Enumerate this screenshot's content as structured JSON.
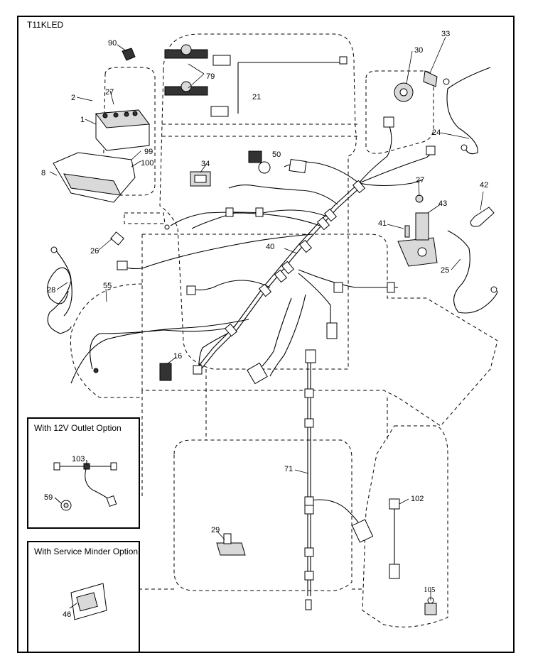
{
  "diagram_code": "T11KLED",
  "inset_options": [
    {
      "title": "With 12V Outlet Option",
      "parts": [
        "103",
        "59"
      ]
    },
    {
      "title": "With Service Minder Option",
      "parts": [
        "46"
      ]
    }
  ],
  "callouts": {
    "p90": "90",
    "p79": "79",
    "p33": "33",
    "p30": "30",
    "p2": "2",
    "p27a": "27",
    "p1": "1",
    "p21": "21",
    "p24": "24",
    "p99": "99",
    "p100": "100",
    "p8": "8",
    "p34": "34",
    "p50": "50",
    "p27b": "27",
    "p42": "42",
    "p43": "43",
    "p41": "41",
    "p26": "26",
    "p40": "40",
    "p25": "25",
    "p28": "28",
    "p55": "55",
    "p16": "16",
    "p71": "71",
    "p102": "102",
    "p29": "29",
    "p105": "105",
    "p103": "103",
    "p59": "59",
    "p46": "46"
  },
  "colors": {
    "line": "#000000",
    "part_fill": "#d9d9d9",
    "part_dark": "#333333"
  }
}
